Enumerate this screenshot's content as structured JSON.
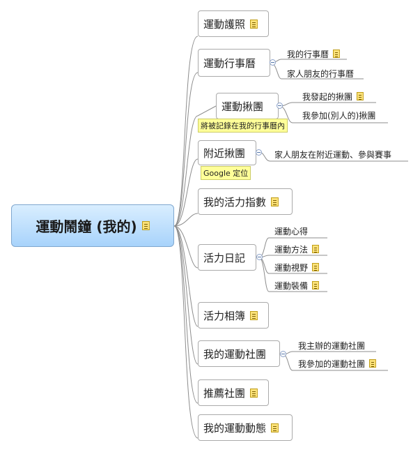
{
  "root": {
    "label": "運動鬧鐘 (我的)"
  },
  "nodes": {
    "n1": {
      "label": "運動護照"
    },
    "n2": {
      "label": "運動行事曆",
      "children": [
        "我的行事曆",
        "家人朋友的行事曆"
      ]
    },
    "n3": {
      "label": "運動揪團",
      "children": [
        "我發起的揪團",
        "我參加(別人的)揪團"
      ],
      "tag": "將被記錄在我的行事曆內"
    },
    "n4": {
      "label": "附近揪團",
      "children": [
        "家人朋友在附近運動、參與賽事"
      ],
      "tag": "Google 定位"
    },
    "n5": {
      "label": "我的活力指數"
    },
    "n6": {
      "label": "活力日記",
      "children": [
        "運動心得",
        "運動方法",
        "運動視野",
        "運動裝備"
      ]
    },
    "n7": {
      "label": "活力相簿"
    },
    "n8": {
      "label": "我的運動社團",
      "children": [
        "我主辦的運動社團",
        "我參加的運動社團"
      ]
    },
    "n9": {
      "label": "推薦社團"
    },
    "n10": {
      "label": "我的運動動態"
    }
  },
  "colors": {
    "root_fill": "#bfe0ff",
    "line": "#8c8c8c",
    "note": "#fbe27a",
    "tag": "#ffff99"
  },
  "icons": {
    "note": "note-icon",
    "collapse": "collapse-toggle-icon"
  }
}
